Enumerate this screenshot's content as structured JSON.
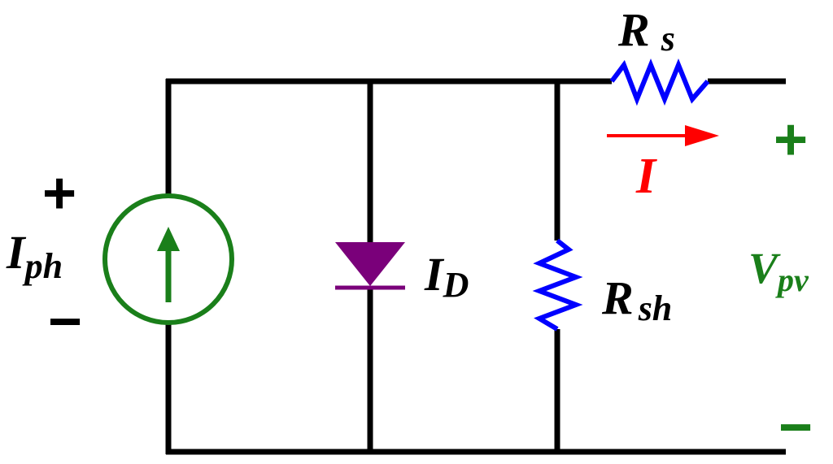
{
  "labels": {
    "source_main": "I",
    "source_sub": "ph",
    "source_plus": "+",
    "source_minus": "−",
    "diode_main": "I",
    "diode_sub": "D",
    "rsh_main": "R",
    "rsh_sub": "sh",
    "rs_main": "R",
    "rs_sub": "s",
    "current_label": "I",
    "vpv_main": "V",
    "vpv_sub": "pv",
    "vpv_plus": "+",
    "vpv_minus": "−"
  },
  "colors": {
    "wire": "#000000",
    "source": "#1a7f1a",
    "diode": "#7a007a",
    "resistor": "#0000ff",
    "current_arrow": "#ff0000",
    "voltage": "#1a7f1a"
  }
}
